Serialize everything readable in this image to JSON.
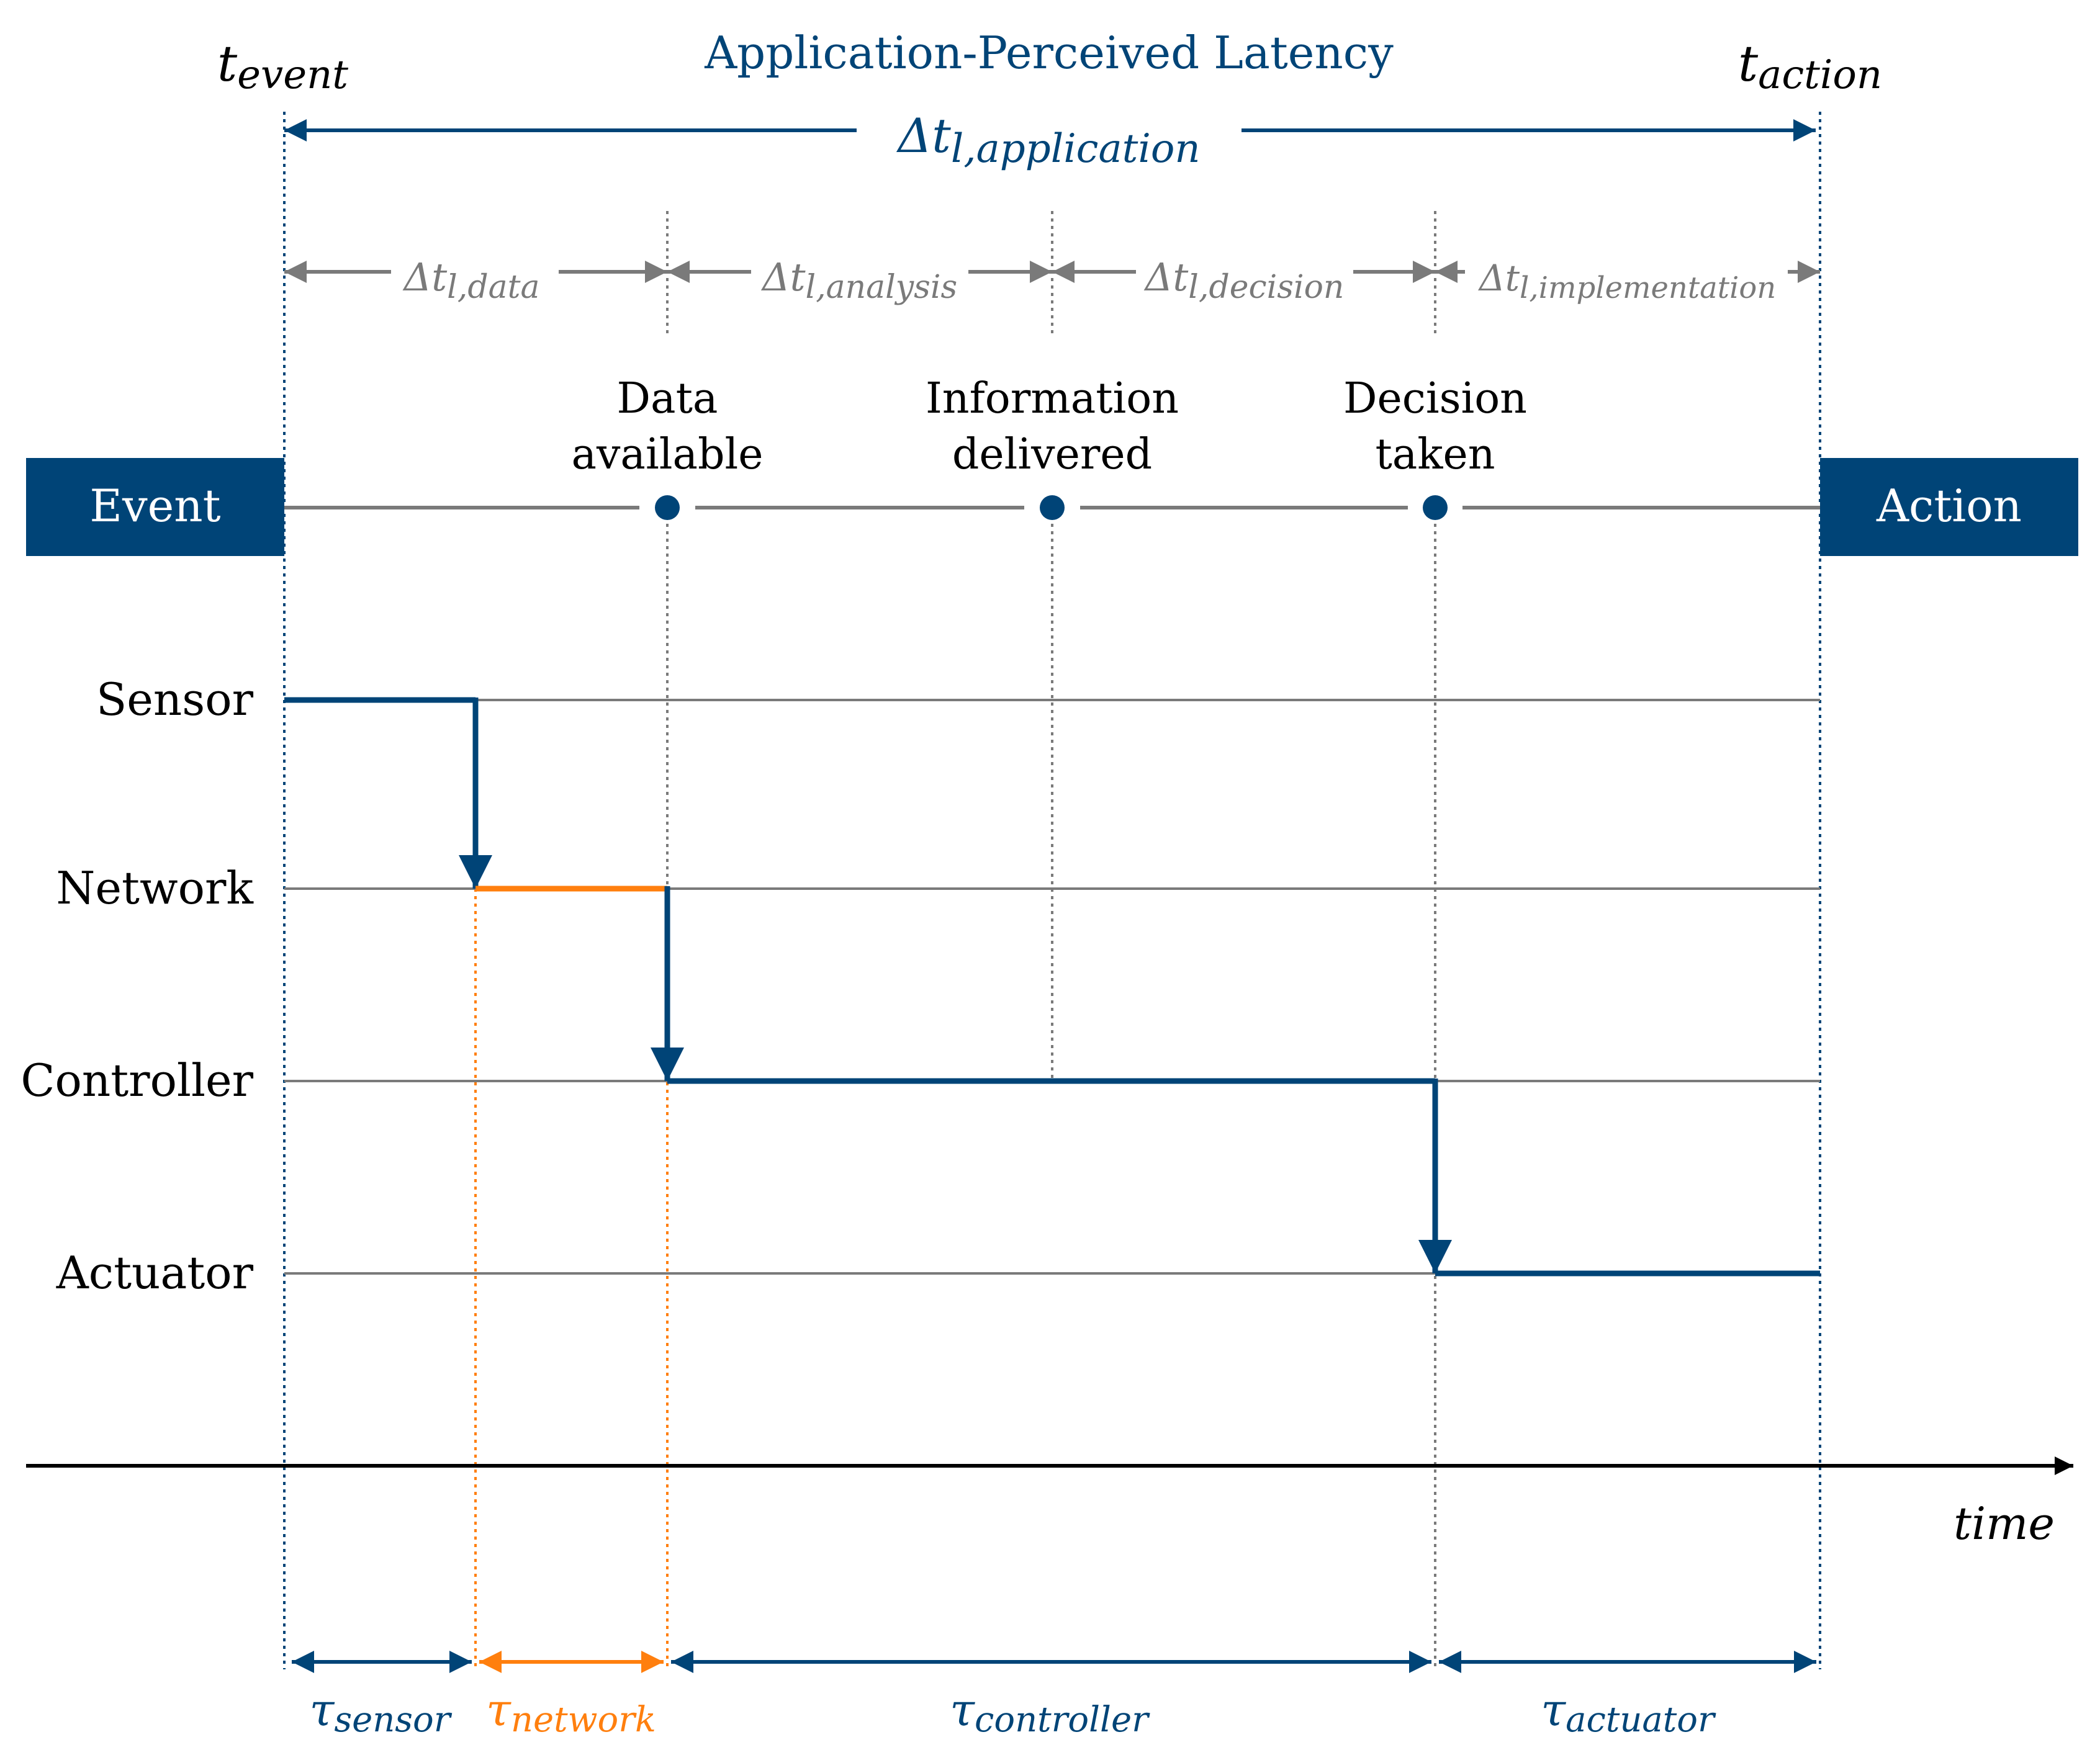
{
  "title": "Application-Perceived Latency",
  "t_event": {
    "base": "t",
    "sub": "event"
  },
  "t_action": {
    "base": "t",
    "sub": "action"
  },
  "app_latency": {
    "base": "Δt",
    "sub": "l,application"
  },
  "stages": [
    {
      "base": "Δt",
      "sub": "l,data"
    },
    {
      "base": "Δt",
      "sub": "l,analysis"
    },
    {
      "base": "Δt",
      "sub": "l,decision"
    },
    {
      "base": "Δt",
      "sub": "l,implementation"
    }
  ],
  "milestones": [
    {
      "line1": "Data",
      "line2": "available"
    },
    {
      "line1": "Information",
      "line2": "delivered"
    },
    {
      "line1": "Decision",
      "line2": "taken"
    }
  ],
  "event_box": "Event",
  "action_box": "Action",
  "lanes": [
    "Sensor",
    "Network",
    "Controller",
    "Actuator"
  ],
  "time_label": "time",
  "taus": [
    {
      "base": "τ",
      "sub": "sensor"
    },
    {
      "base": "τ",
      "sub": "network"
    },
    {
      "base": "τ",
      "sub": "controller"
    },
    {
      "base": "τ",
      "sub": "actuator"
    }
  ],
  "colors": {
    "blue": "#004477",
    "orange": "#ff7f0e",
    "gray": "#7a7a7a",
    "black": "#000000"
  }
}
